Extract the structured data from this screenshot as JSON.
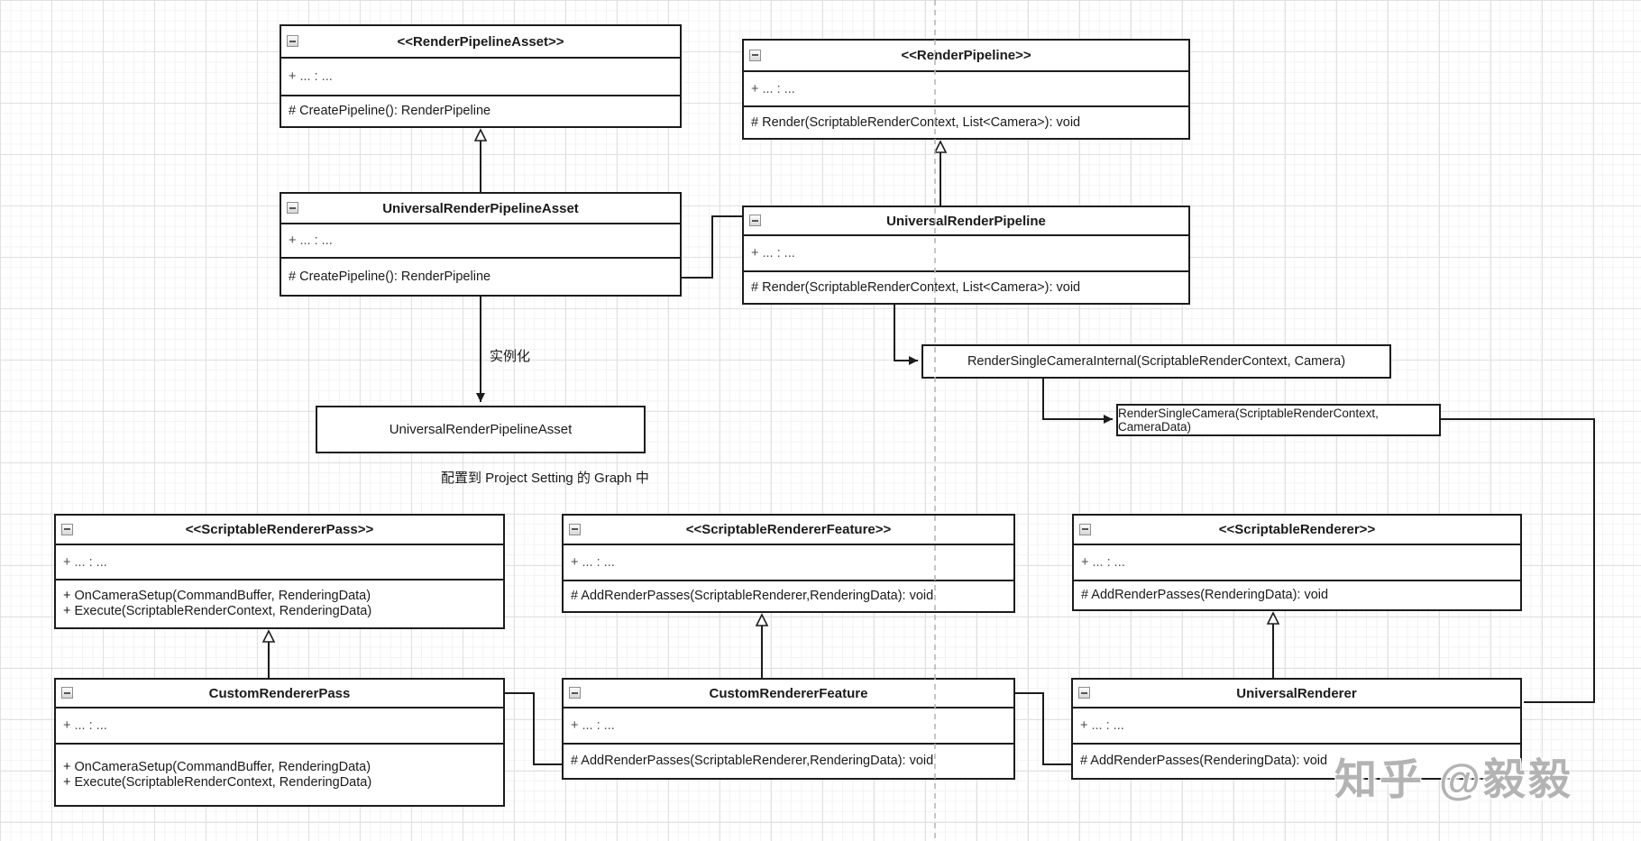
{
  "watermark": "知乎 @毅毅",
  "annotations": {
    "instantiate_label": "实例化",
    "graph_note": "配置到 Project Setting 的 Graph 中"
  },
  "classes": {
    "render_pipeline_asset": {
      "title": "<<RenderPipelineAsset>>",
      "attr": "+ ... : ...",
      "methods": [
        "# CreatePipeline(): RenderPipeline"
      ]
    },
    "universal_render_pipeline_asset": {
      "title": "UniversalRenderPipelineAsset",
      "attr": "+ ... : ...",
      "methods": [
        "# CreatePipeline(): RenderPipeline"
      ]
    },
    "render_pipeline": {
      "title": "<<RenderPipeline>>",
      "attr": "+ ... : ...",
      "methods": [
        "# Render(ScriptableRenderContext, List<Camera>): void"
      ]
    },
    "universal_render_pipeline": {
      "title": "UniversalRenderPipeline",
      "attr": "+ ... : ...",
      "methods": [
        "# Render(ScriptableRenderContext, List<Camera>): void"
      ]
    },
    "scriptable_renderer_pass": {
      "title": "<<ScriptableRendererPass>>",
      "attr": "+ ... : ...",
      "methods": [
        "+ OnCameraSetup(CommandBuffer, RenderingData)",
        "+ Execute(ScriptableRenderContext, RenderingData)"
      ]
    },
    "custom_renderer_pass": {
      "title": "CustomRendererPass",
      "attr": "+ ... : ...",
      "methods": [
        "+ OnCameraSetup(CommandBuffer, RenderingData)",
        "+ Execute(ScriptableRenderContext, RenderingData)"
      ]
    },
    "scriptable_renderer_feature": {
      "title": "<<ScriptableRendererFeature>>",
      "attr": "+ ... : ...",
      "methods": [
        "# AddRenderPasses(ScriptableRenderer,RenderingData): void"
      ]
    },
    "custom_renderer_feature": {
      "title": "CustomRendererFeature",
      "attr": "+ ... : ...",
      "methods": [
        "# AddRenderPasses(ScriptableRenderer,RenderingData): void"
      ]
    },
    "scriptable_renderer": {
      "title": "<<ScriptableRenderer>>",
      "attr": "+ ... : ...",
      "methods": [
        "# AddRenderPasses(RenderingData): void"
      ]
    },
    "universal_renderer": {
      "title": "UniversalRenderer",
      "attr": "+ ... : ...",
      "methods": [
        "# AddRenderPasses(RenderingData): void"
      ]
    }
  },
  "nodes": {
    "urp_asset_instance": "UniversalRenderPipelineAsset",
    "render_single_camera_internal": "RenderSingleCameraInternal(ScriptableRenderContext, Camera)",
    "render_single_camera": "RenderSingleCamera(ScriptableRenderContext, CameraData)"
  }
}
